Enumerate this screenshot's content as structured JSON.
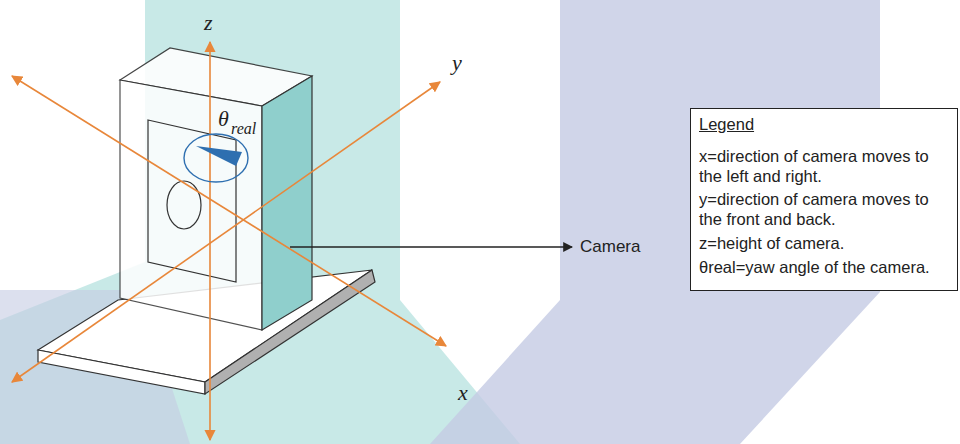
{
  "diagram": {
    "nodes": [
      {
        "text": [
          "Legend",
          "x=direction of camera moves to the left and right.",
          "y=direction of camera moves to the front and back.",
          "z=height of camera.",
          "θreal=yaw angle of the camera."
        ]
      }
    ],
    "labels": [
      "z",
      "y",
      "x",
      "θ",
      "real",
      "Camera"
    ]
  }
}
